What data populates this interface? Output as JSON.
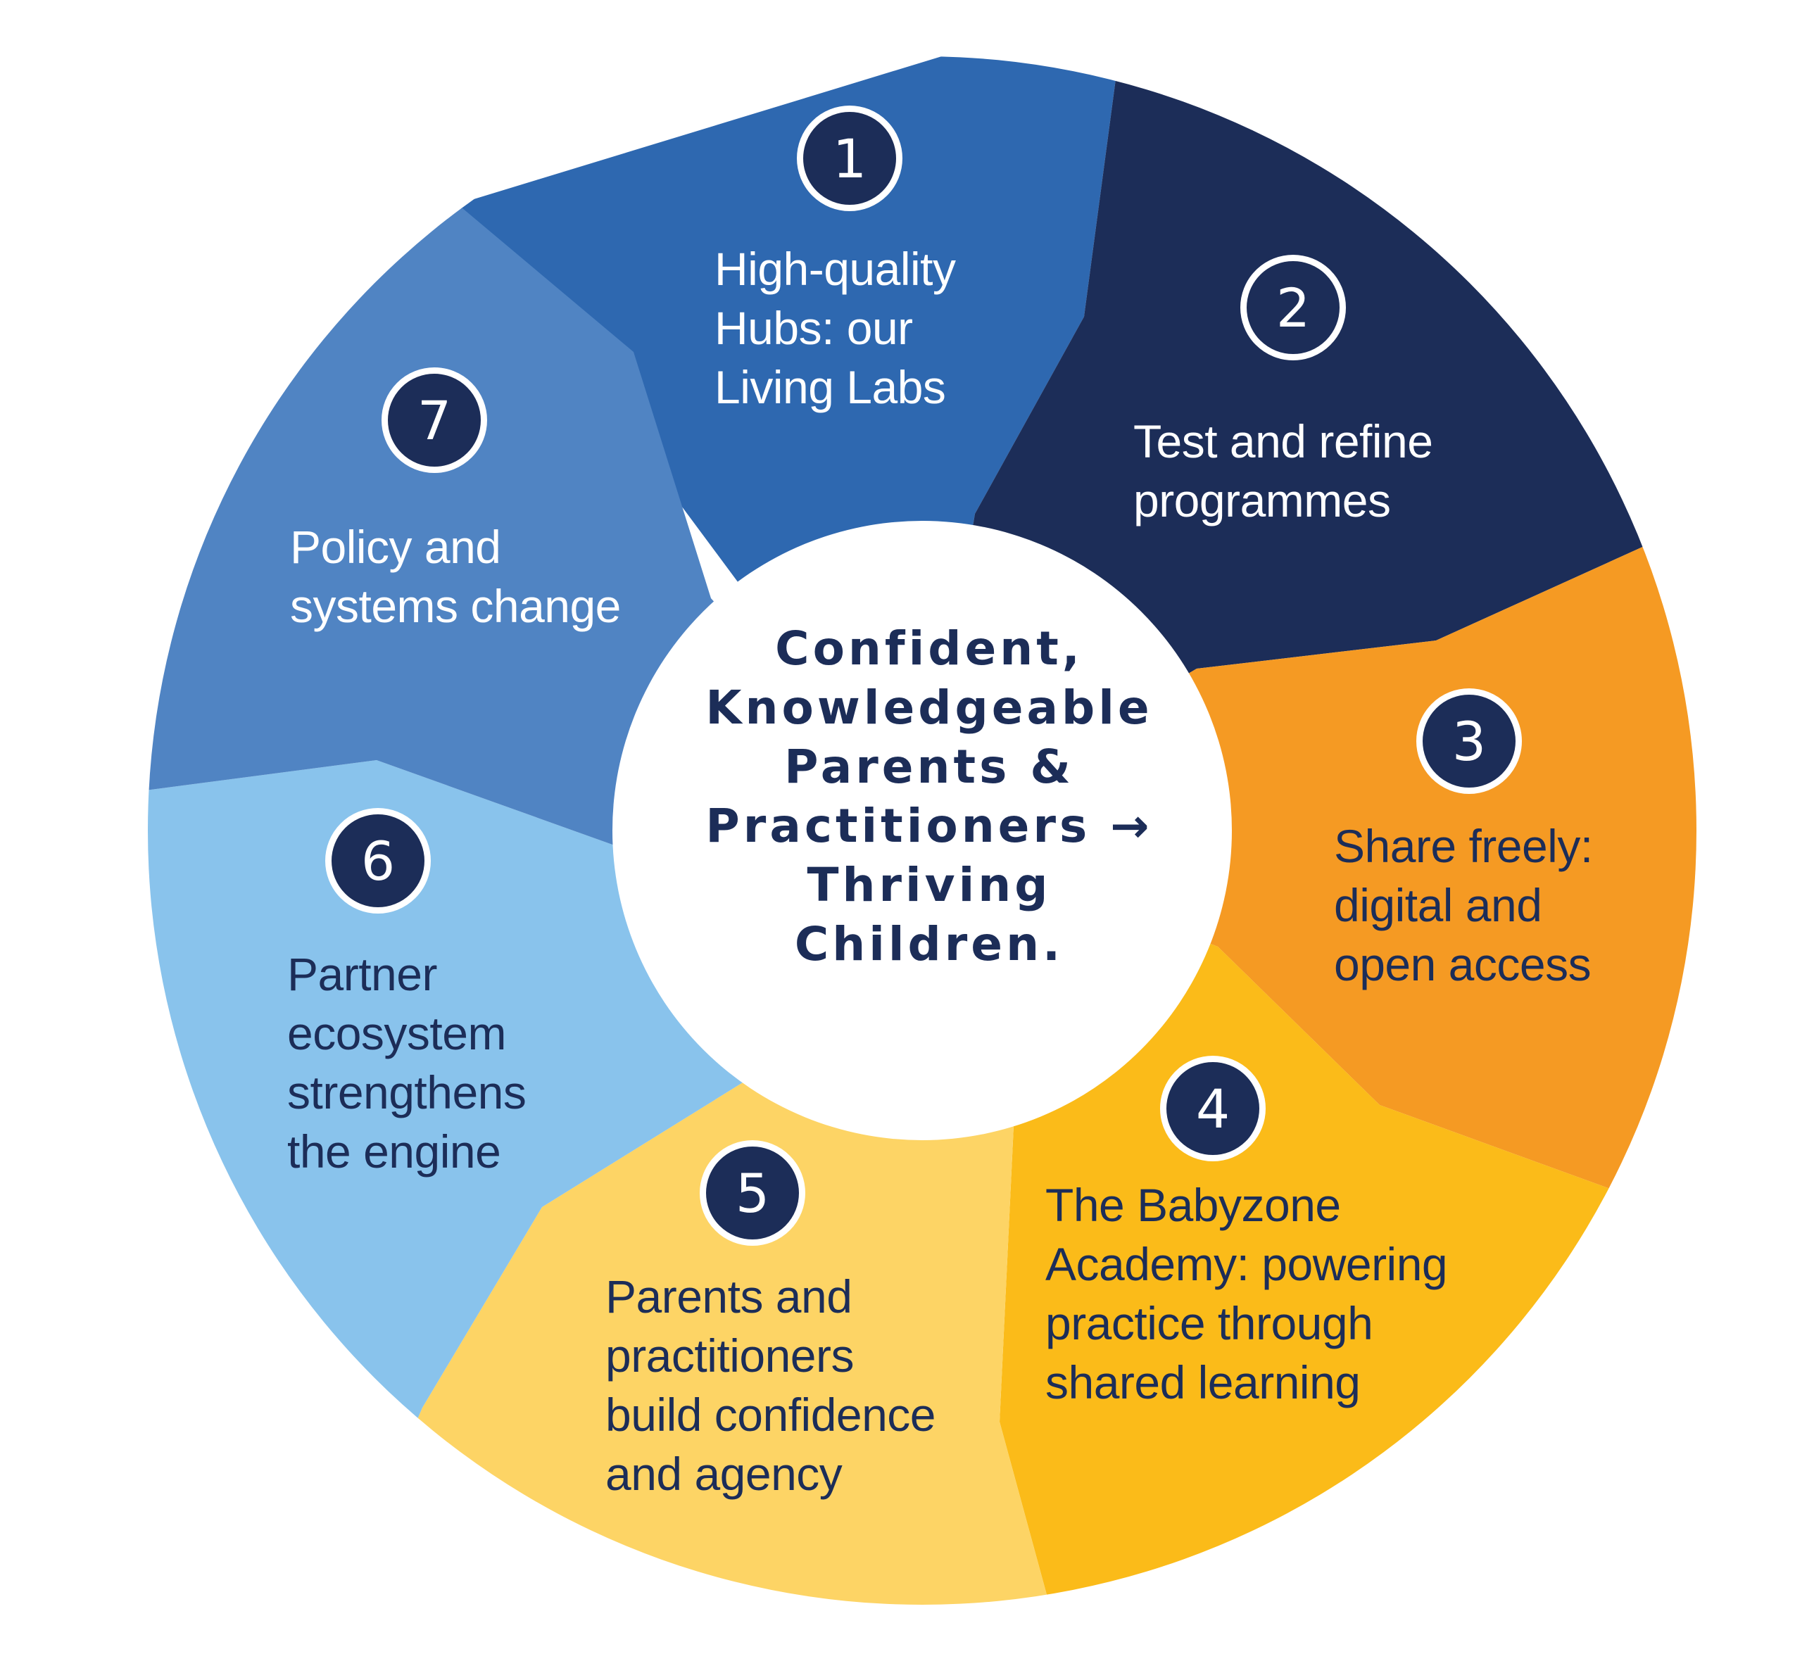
{
  "colors": {
    "navy": "#1c2d58",
    "white": "#ffffff",
    "background": "#ffffff"
  },
  "center": {
    "lines": [
      "Confident,",
      "Knowledgeable",
      "Parents &",
      "Practitioners →",
      "Thriving",
      "Children."
    ]
  },
  "segments": [
    {
      "number": "1",
      "color": "#2e68b0",
      "text_color": "#ffffff",
      "lines": [
        "High-quality",
        "Hubs: our",
        "Living Labs"
      ]
    },
    {
      "number": "2",
      "color": "#1c2d58",
      "text_color": "#ffffff",
      "lines": [
        "Test and refine",
        "programmes"
      ]
    },
    {
      "number": "3",
      "color": "#f59a23",
      "text_color": "#1c2d58",
      "lines": [
        "Share freely:",
        "digital and",
        "open access"
      ]
    },
    {
      "number": "4",
      "color": "#fbbb19",
      "text_color": "#1c2d58",
      "lines": [
        "The Babyzone",
        "Academy: powering",
        "practice through",
        "shared learning"
      ]
    },
    {
      "number": "5",
      "color": "#fdd465",
      "text_color": "#1c2d58",
      "lines": [
        "Parents and",
        "practitioners",
        "build confidence",
        "and agency"
      ]
    },
    {
      "number": "6",
      "color": "#89c3ec",
      "text_color": "#1c2d58",
      "lines": [
        "Partner",
        "ecosystem",
        "strengthens",
        "the engine"
      ]
    },
    {
      "number": "7",
      "color": "#5084c3",
      "text_color": "#ffffff",
      "lines": [
        "Policy and",
        "systems change"
      ]
    }
  ]
}
